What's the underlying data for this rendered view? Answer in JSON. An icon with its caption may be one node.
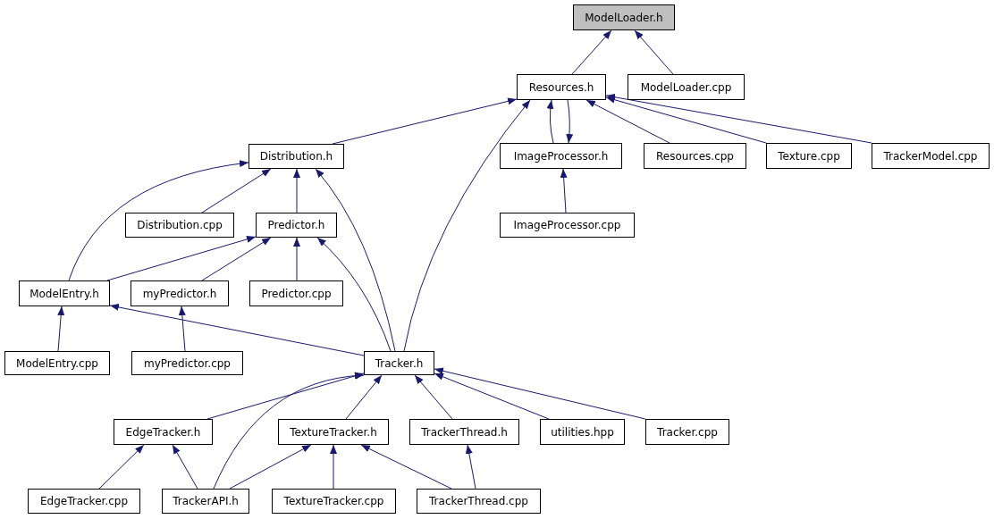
{
  "diagram": {
    "nodes": [
      {
        "text": [
          "ModelLoader.h"
        ]
      },
      {
        "text": [
          "Resources.h"
        ]
      },
      {
        "text": [
          "ModelLoader.cpp"
        ]
      },
      {
        "text": [
          "Distribution.h"
        ]
      },
      {
        "text": [
          "ImageProcessor.h"
        ]
      },
      {
        "text": [
          "Resources.cpp"
        ]
      },
      {
        "text": [
          "Texture.cpp"
        ]
      },
      {
        "text": [
          "TrackerModel.cpp"
        ]
      },
      {
        "text": [
          "Distribution.cpp"
        ]
      },
      {
        "text": [
          "Predictor.h"
        ]
      },
      {
        "text": [
          "ImageProcessor.cpp"
        ]
      },
      {
        "text": [
          "ModelEntry.h"
        ]
      },
      {
        "text": [
          "myPredictor.h"
        ]
      },
      {
        "text": [
          "Predictor.cpp"
        ]
      },
      {
        "text": [
          "ModelEntry.cpp"
        ]
      },
      {
        "text": [
          "myPredictor.cpp"
        ]
      },
      {
        "text": [
          "Tracker.h"
        ]
      },
      {
        "text": [
          "EdgeTracker.h"
        ]
      },
      {
        "text": [
          "TextureTracker.h"
        ]
      },
      {
        "text": [
          "TrackerThread.h"
        ]
      },
      {
        "text": [
          "utilities.hpp"
        ]
      },
      {
        "text": [
          "Tracker.cpp"
        ]
      },
      {
        "text": [
          "EdgeTracker.cpp"
        ]
      },
      {
        "text": [
          "TrackerAPI.h"
        ]
      },
      {
        "text": [
          "TextureTracker.cpp"
        ]
      },
      {
        "text": [
          "TrackerThread.cpp"
        ]
      }
    ],
    "edges": [
      {
        "from": 1,
        "to": 0,
        "arrow": "to"
      },
      {
        "from": 2,
        "to": 0,
        "arrow": "to"
      },
      {
        "from": 3,
        "to": 1,
        "arrow": "to"
      },
      {
        "from": 4,
        "to": 1,
        "arrow": "to"
      },
      {
        "from": 1,
        "to": 4,
        "arrow": "to"
      },
      {
        "from": 5,
        "to": 1,
        "arrow": "to"
      },
      {
        "from": 6,
        "to": 1,
        "arrow": "to"
      },
      {
        "from": 7,
        "to": 1,
        "arrow": "to"
      },
      {
        "from": 16,
        "to": 1,
        "arrow": "to"
      },
      {
        "from": 8,
        "to": 3,
        "arrow": "to"
      },
      {
        "from": 9,
        "to": 3,
        "arrow": "to"
      },
      {
        "from": 11,
        "to": 3,
        "arrow": "to"
      },
      {
        "from": 16,
        "to": 3,
        "arrow": "to"
      },
      {
        "from": 10,
        "to": 4,
        "arrow": "to"
      },
      {
        "from": 11,
        "to": 9,
        "arrow": "to"
      },
      {
        "from": 12,
        "to": 9,
        "arrow": "to"
      },
      {
        "from": 13,
        "to": 9,
        "arrow": "to"
      },
      {
        "from": 16,
        "to": 9,
        "arrow": "to"
      },
      {
        "from": 14,
        "to": 11,
        "arrow": "to"
      },
      {
        "from": 16,
        "to": 11,
        "arrow": "to"
      },
      {
        "from": 15,
        "to": 12,
        "arrow": "to"
      },
      {
        "from": 17,
        "to": 16,
        "arrow": "to"
      },
      {
        "from": 23,
        "to": 16,
        "arrow": "to"
      },
      {
        "from": 18,
        "to": 16,
        "arrow": "to"
      },
      {
        "from": 19,
        "to": 16,
        "arrow": "to"
      },
      {
        "from": 20,
        "to": 16,
        "arrow": "to"
      },
      {
        "from": 21,
        "to": 16,
        "arrow": "to"
      },
      {
        "from": 22,
        "to": 17,
        "arrow": "to"
      },
      {
        "from": 23,
        "to": 17,
        "arrow": "to"
      },
      {
        "from": 23,
        "to": 18,
        "arrow": "to"
      },
      {
        "from": 24,
        "to": 18,
        "arrow": "to"
      },
      {
        "from": 25,
        "to": 18,
        "arrow": "to"
      },
      {
        "from": 25,
        "to": 19,
        "arrow": "to"
      }
    ]
  }
}
